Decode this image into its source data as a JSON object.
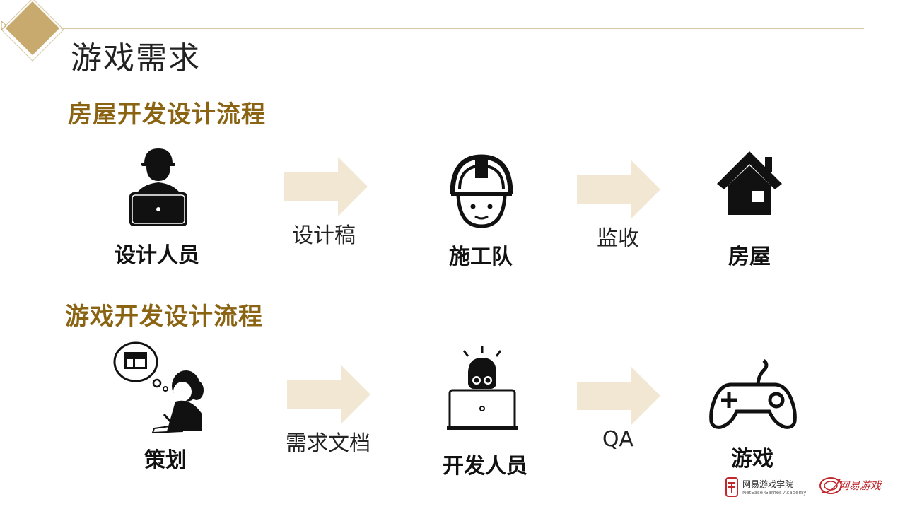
{
  "slide": {
    "title": "游戏需求",
    "section_house": "房屋开发设计流程",
    "section_game": "游戏开发设计流程"
  },
  "house_flow": {
    "designer": "设计人员",
    "arrow1_label": "设计稿",
    "builder": "施工队",
    "arrow2_label": "监收",
    "result": "房屋"
  },
  "game_flow": {
    "planner": "策划",
    "arrow1_label": "需求文档",
    "developer": "开发人员",
    "arrow2_label": "QA",
    "result": "游戏"
  },
  "logos": {
    "academy_cn": "网易游戏学院",
    "academy_en": "NetEase Games Academy",
    "games_cn": "网易游戏"
  },
  "colors": {
    "accent_gold": "#8a6413",
    "arrow_beige": "#f1e7d2",
    "diamond_gold": "#c8aa6e",
    "logo_red": "#c0282c"
  },
  "icons": {
    "designer": "worker-laptop-icon",
    "builder": "hardhat-worker-icon",
    "house": "house-icon",
    "planner": "person-thinking-icon",
    "developer": "developer-laptop-icon",
    "game": "gamepad-icon",
    "arrow": "right-arrow-icon"
  }
}
